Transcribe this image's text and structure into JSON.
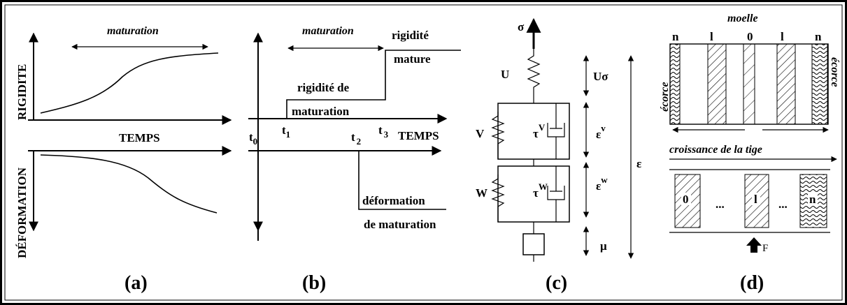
{
  "panel_a": {
    "maturation": "maturation",
    "y_top": "RIGIDITE",
    "y_bottom": "DÉFORMATION",
    "x_label": "TEMPS",
    "caption": "(a)"
  },
  "panel_b": {
    "maturation": "maturation",
    "rigidite_mature_1": "rigidité",
    "rigidite_mature_2": "mature",
    "rigidite_maturation_1": "rigidité de",
    "rigidite_maturation_2": "maturation",
    "t0": "t",
    "t0_sub": "0",
    "t1": "t",
    "t1_sub": "1",
    "t2": "t",
    "t2_sub": "2",
    "t3": "t",
    "t3_sub": "3",
    "x_label": "TEMPS",
    "deformation_1": "déformation",
    "deformation_2": "de maturation",
    "caption": "(b)"
  },
  "panel_c": {
    "sigma": "σ",
    "U": "U",
    "U_sigma": "Uσ",
    "V": "V",
    "tau_v": "τ",
    "tau_v_sup": "V",
    "eps_v": "ε",
    "eps_v_sup": "v",
    "W": "W",
    "tau_w": "τ",
    "tau_w_sup": "W",
    "eps_w": "ε",
    "eps_w_sup": "w",
    "eps": "ε",
    "mu": "μ",
    "caption": "(c)"
  },
  "panel_d": {
    "moelle": "moelle",
    "ecorce_left": "écorce",
    "ecorce_right": "écorce",
    "top_labels": [
      "n",
      "l",
      "0",
      "l",
      "n"
    ],
    "croissance": "croissance de la tige",
    "cell_labels": [
      "0",
      "l",
      "n"
    ],
    "dots": "...",
    "force": "F",
    "caption": "(d)"
  }
}
